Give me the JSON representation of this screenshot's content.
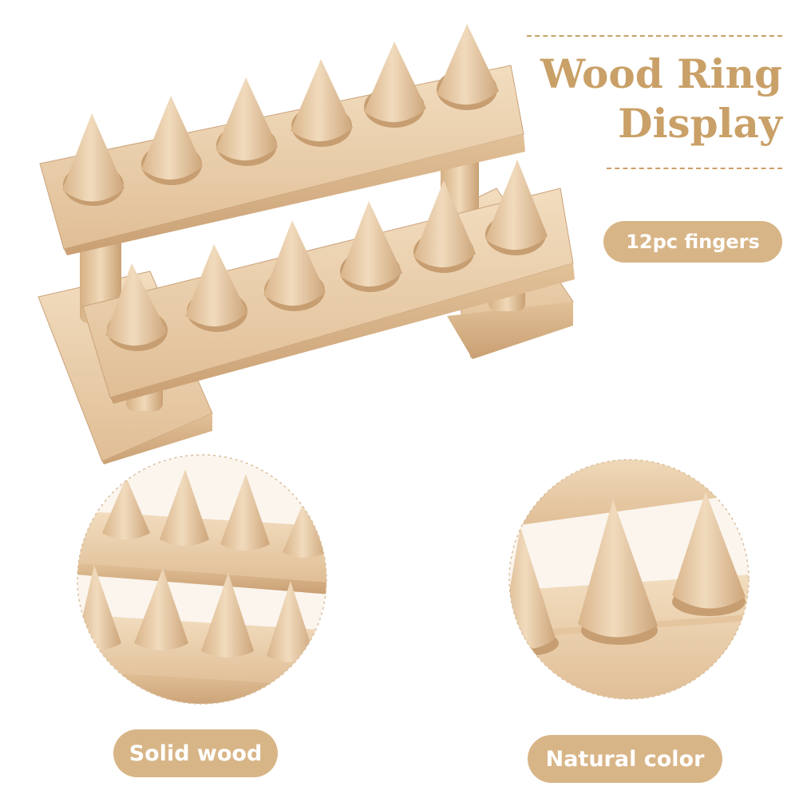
{
  "title": {
    "line1": "Wood Ring",
    "line2": "Display"
  },
  "badges": {
    "fingers": "12pc fingers",
    "material": "Solid wood",
    "color": "Natural color"
  },
  "colors": {
    "accent": "#c9a067",
    "pill": "#d8b587",
    "wood_light": "#ecd0ad",
    "wood_mid": "#dbb88f",
    "wood_dark": "#b88f63"
  }
}
